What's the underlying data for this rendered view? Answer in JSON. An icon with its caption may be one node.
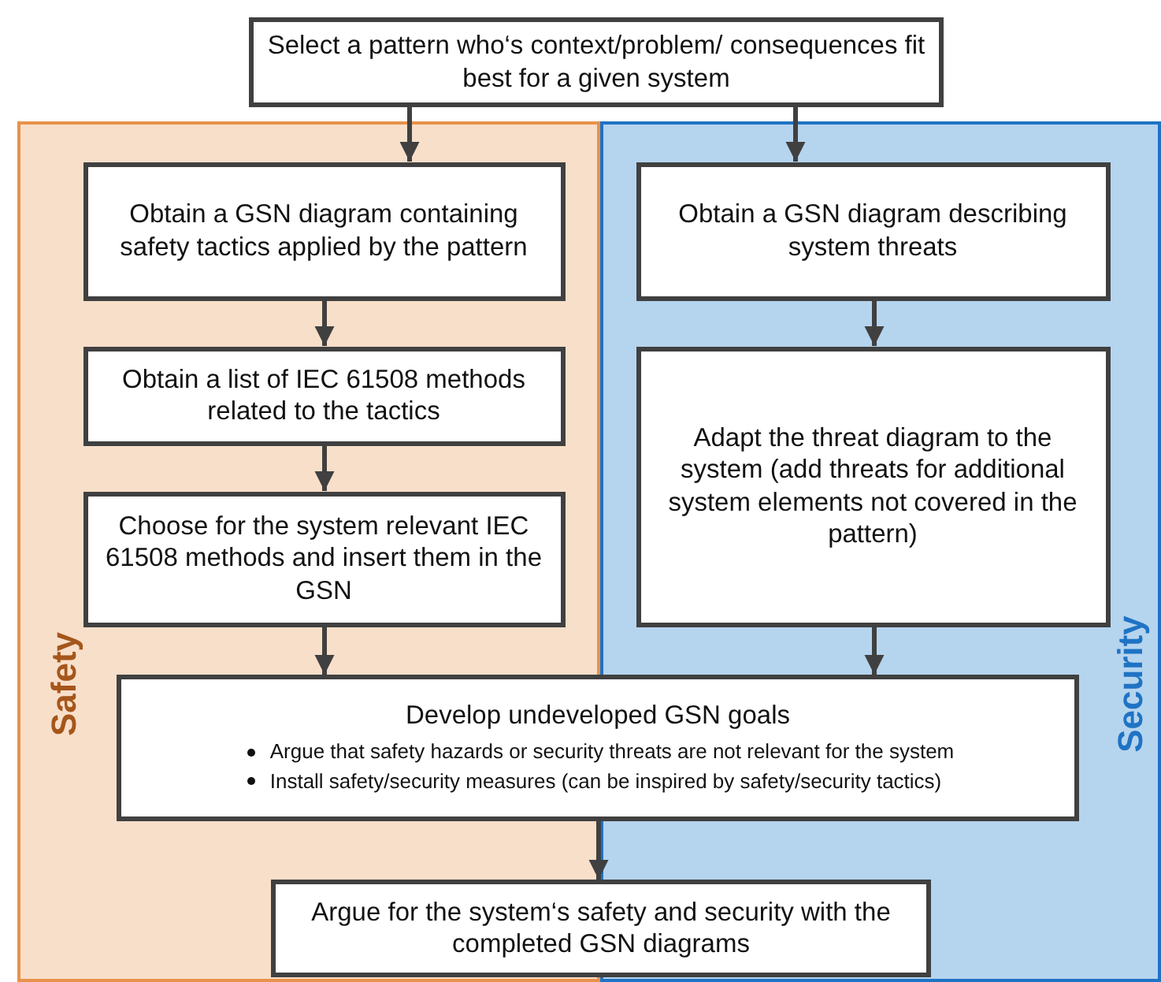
{
  "diagram": {
    "nodes": [
      {
        "text": [
          "Select a pattern who‘s context/problem/ consequences fit best for a given system"
        ]
      },
      {
        "text": [
          "Safety"
        ]
      },
      {
        "text": [
          "Security"
        ]
      },
      {
        "text": [
          "Obtain a GSN diagram containing safety tactics applied by the pattern"
        ],
        "in": 1
      },
      {
        "text": [
          "Obtain a list of IEC 61508 methods related to the tactics"
        ],
        "in": 1
      },
      {
        "text": [
          "Choose for the system relevant IEC 61508 methods and insert them in the GSN"
        ],
        "in": 1
      },
      {
        "text": [
          "Obtain a GSN diagram describing system threats"
        ],
        "in": 2
      },
      {
        "text": [
          "Adapt the threat diagram to the system (add threats for additional system elements not covered in the pattern)"
        ],
        "in": 2
      },
      {
        "text": [
          "Develop undeveloped GSN goals",
          "Argue that safety hazards or security threats are not relevant for the system",
          "Install safety/security measures (can be inspired by safety/security tactics)"
        ]
      },
      {
        "text": [
          "Argue for the system‘s safety and security with the completed GSN diagrams"
        ]
      }
    ],
    "edges": [
      {
        "from": 0,
        "to": 3,
        "arrow": "to"
      },
      {
        "from": 0,
        "to": 6,
        "arrow": "to"
      },
      {
        "from": 3,
        "to": 4,
        "arrow": "to"
      },
      {
        "from": 4,
        "to": 5,
        "arrow": "to"
      },
      {
        "from": 6,
        "to": 7,
        "arrow": "to"
      },
      {
        "from": 5,
        "to": 8,
        "arrow": "to"
      },
      {
        "from": 7,
        "to": 8,
        "arrow": "to"
      },
      {
        "from": 8,
        "to": 9,
        "arrow": "to"
      }
    ]
  }
}
